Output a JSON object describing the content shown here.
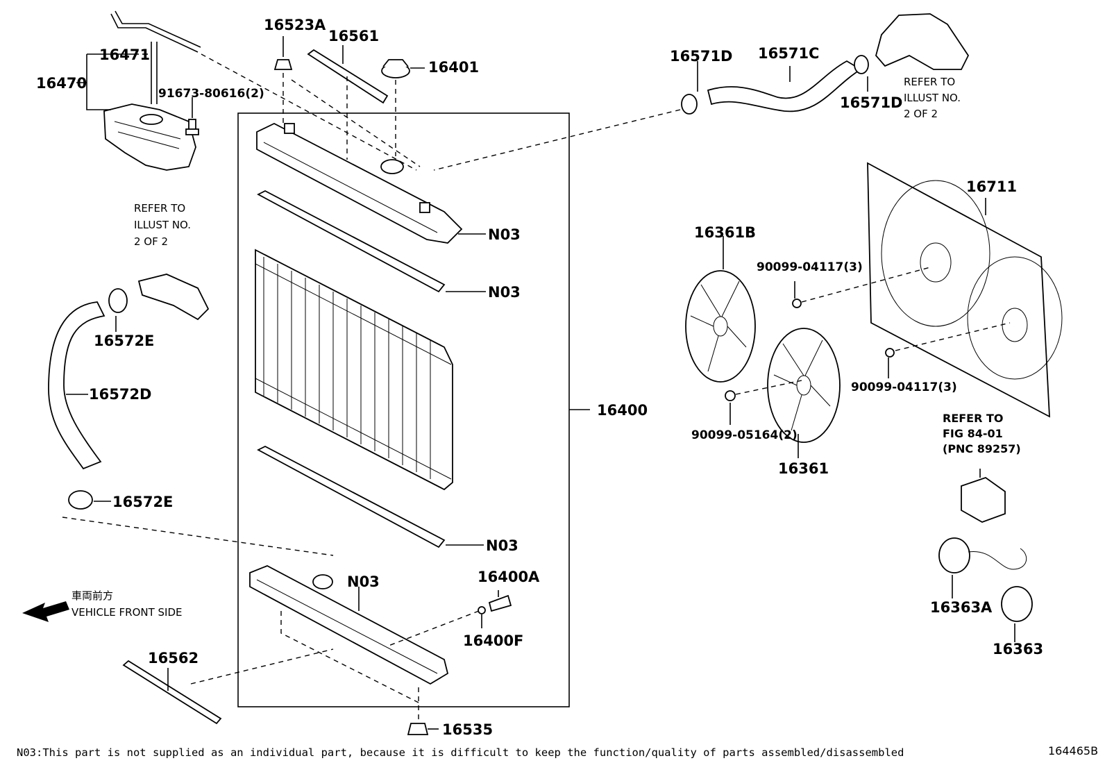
{
  "parts": {
    "p16471": "16471",
    "p16470": "16470",
    "p91673": "91673-80616(2)",
    "p16523A": "16523A",
    "p16561": "16561",
    "p16401": "16401",
    "p16571D_a": "16571D",
    "p16571C": "16571C",
    "p16571D_b": "16571D",
    "p16711": "16711",
    "p16361B": "16361B",
    "p90099_04117_a": "90099-04117(3)",
    "p90099_04117_b": "90099-04117(3)",
    "p90099_05164": "90099-05164(2)",
    "p16361": "16361",
    "p16572E_a": "16572E",
    "p16572D": "16572D",
    "p16572E_b": "16572E",
    "p16400": "16400",
    "pN03_1": "N03",
    "pN03_2": "N03",
    "pN03_3": "N03",
    "pN03_4": "N03",
    "p16400A": "16400A",
    "p16400F": "16400F",
    "p16562": "16562",
    "p16535": "16535",
    "p16363A": "16363A",
    "p16363": "16363"
  },
  "notes": {
    "refer_a": [
      "REFER TO",
      "ILLUST NO.",
      "2 OF 2"
    ],
    "refer_b": [
      "REFER TO",
      "ILLUST NO.",
      "2 OF 2"
    ],
    "refer_fig": [
      "REFER TO",
      "FIG 84-01",
      "(PNC 89257)"
    ],
    "direction_jp": "車両前方",
    "direction_en": "VEHICLE FRONT SIDE"
  },
  "footer": {
    "n03_note": "N03:This part is not supplied as an individual part, because it is difficult to keep the function/quality of parts assembled/disassembled",
    "illustration_id": "164465B"
  }
}
